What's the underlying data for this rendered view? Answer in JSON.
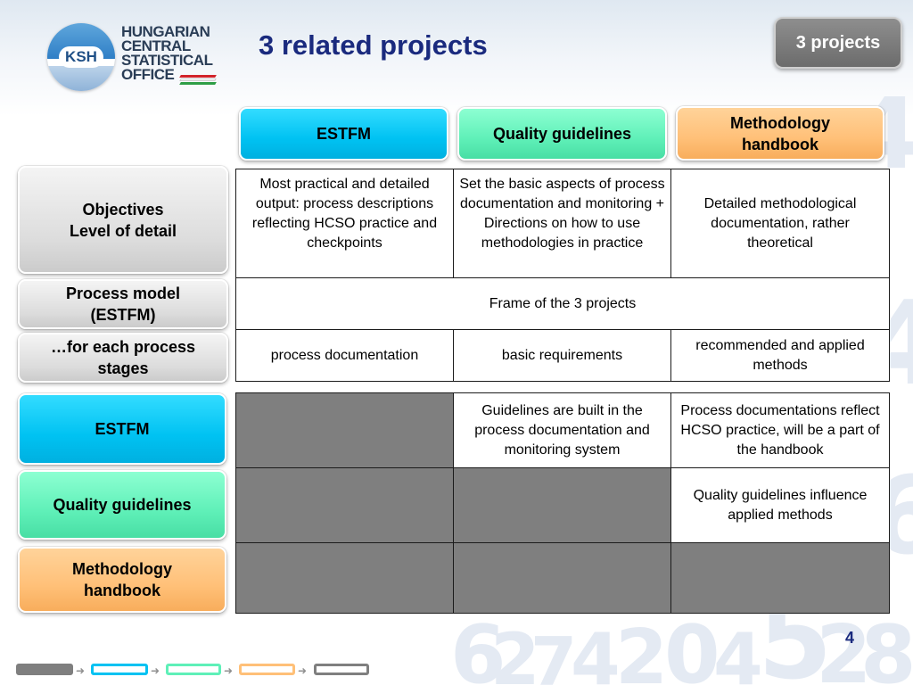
{
  "logo": {
    "abbr": "KSH",
    "name_lines": [
      "HUNGARIAN",
      "CENTRAL",
      "STATISTICAL",
      "OFFICE"
    ],
    "flag_colors": [
      "#d2232a",
      "#ffffff",
      "#2e9e46"
    ]
  },
  "header": {
    "title": "3 related projects",
    "badge_label": "3 projects"
  },
  "columns": [
    {
      "label": "ESTFM",
      "color": "blue"
    },
    {
      "label": "Quality guidelines",
      "color": "green"
    },
    {
      "label": "Methodology\nhandbook",
      "color": "orange"
    }
  ],
  "row_labels": {
    "objectives": "Objectives\nLevel of detail",
    "process_model": "Process model\n(ESTFM)",
    "each_stage": "…for each process\nstages",
    "estfm": "ESTFM",
    "quality": "Quality guidelines",
    "handbook": "Methodology\nhandbook"
  },
  "table1": {
    "objectives": [
      "Most practical and detailed output: process descriptions reflecting HCSO practice and checkpoints",
      "Set the basic aspects of process documentation and monitoring + Directions on how to use methodologies in practice",
      "Detailed methodological documentation, rather theoretical"
    ],
    "frame": "Frame of the 3 projects",
    "each_stage": [
      "process documentation",
      "basic requirements",
      "recommended and applied methods"
    ]
  },
  "table2": {
    "estfm_quality": "Guidelines are built in the process documentation and monitoring system",
    "estfm_handbook": "Process documentations reflect HCSO practice, will be a part of the handbook",
    "quality_handbook": "Quality guidelines influence applied methods"
  },
  "footer": {
    "page_number": "4",
    "progress_colors": [
      "#7f7f7f",
      "#00c2f2",
      "#5ff0b8",
      "#ffc078",
      "#7f7f7f"
    ]
  }
}
